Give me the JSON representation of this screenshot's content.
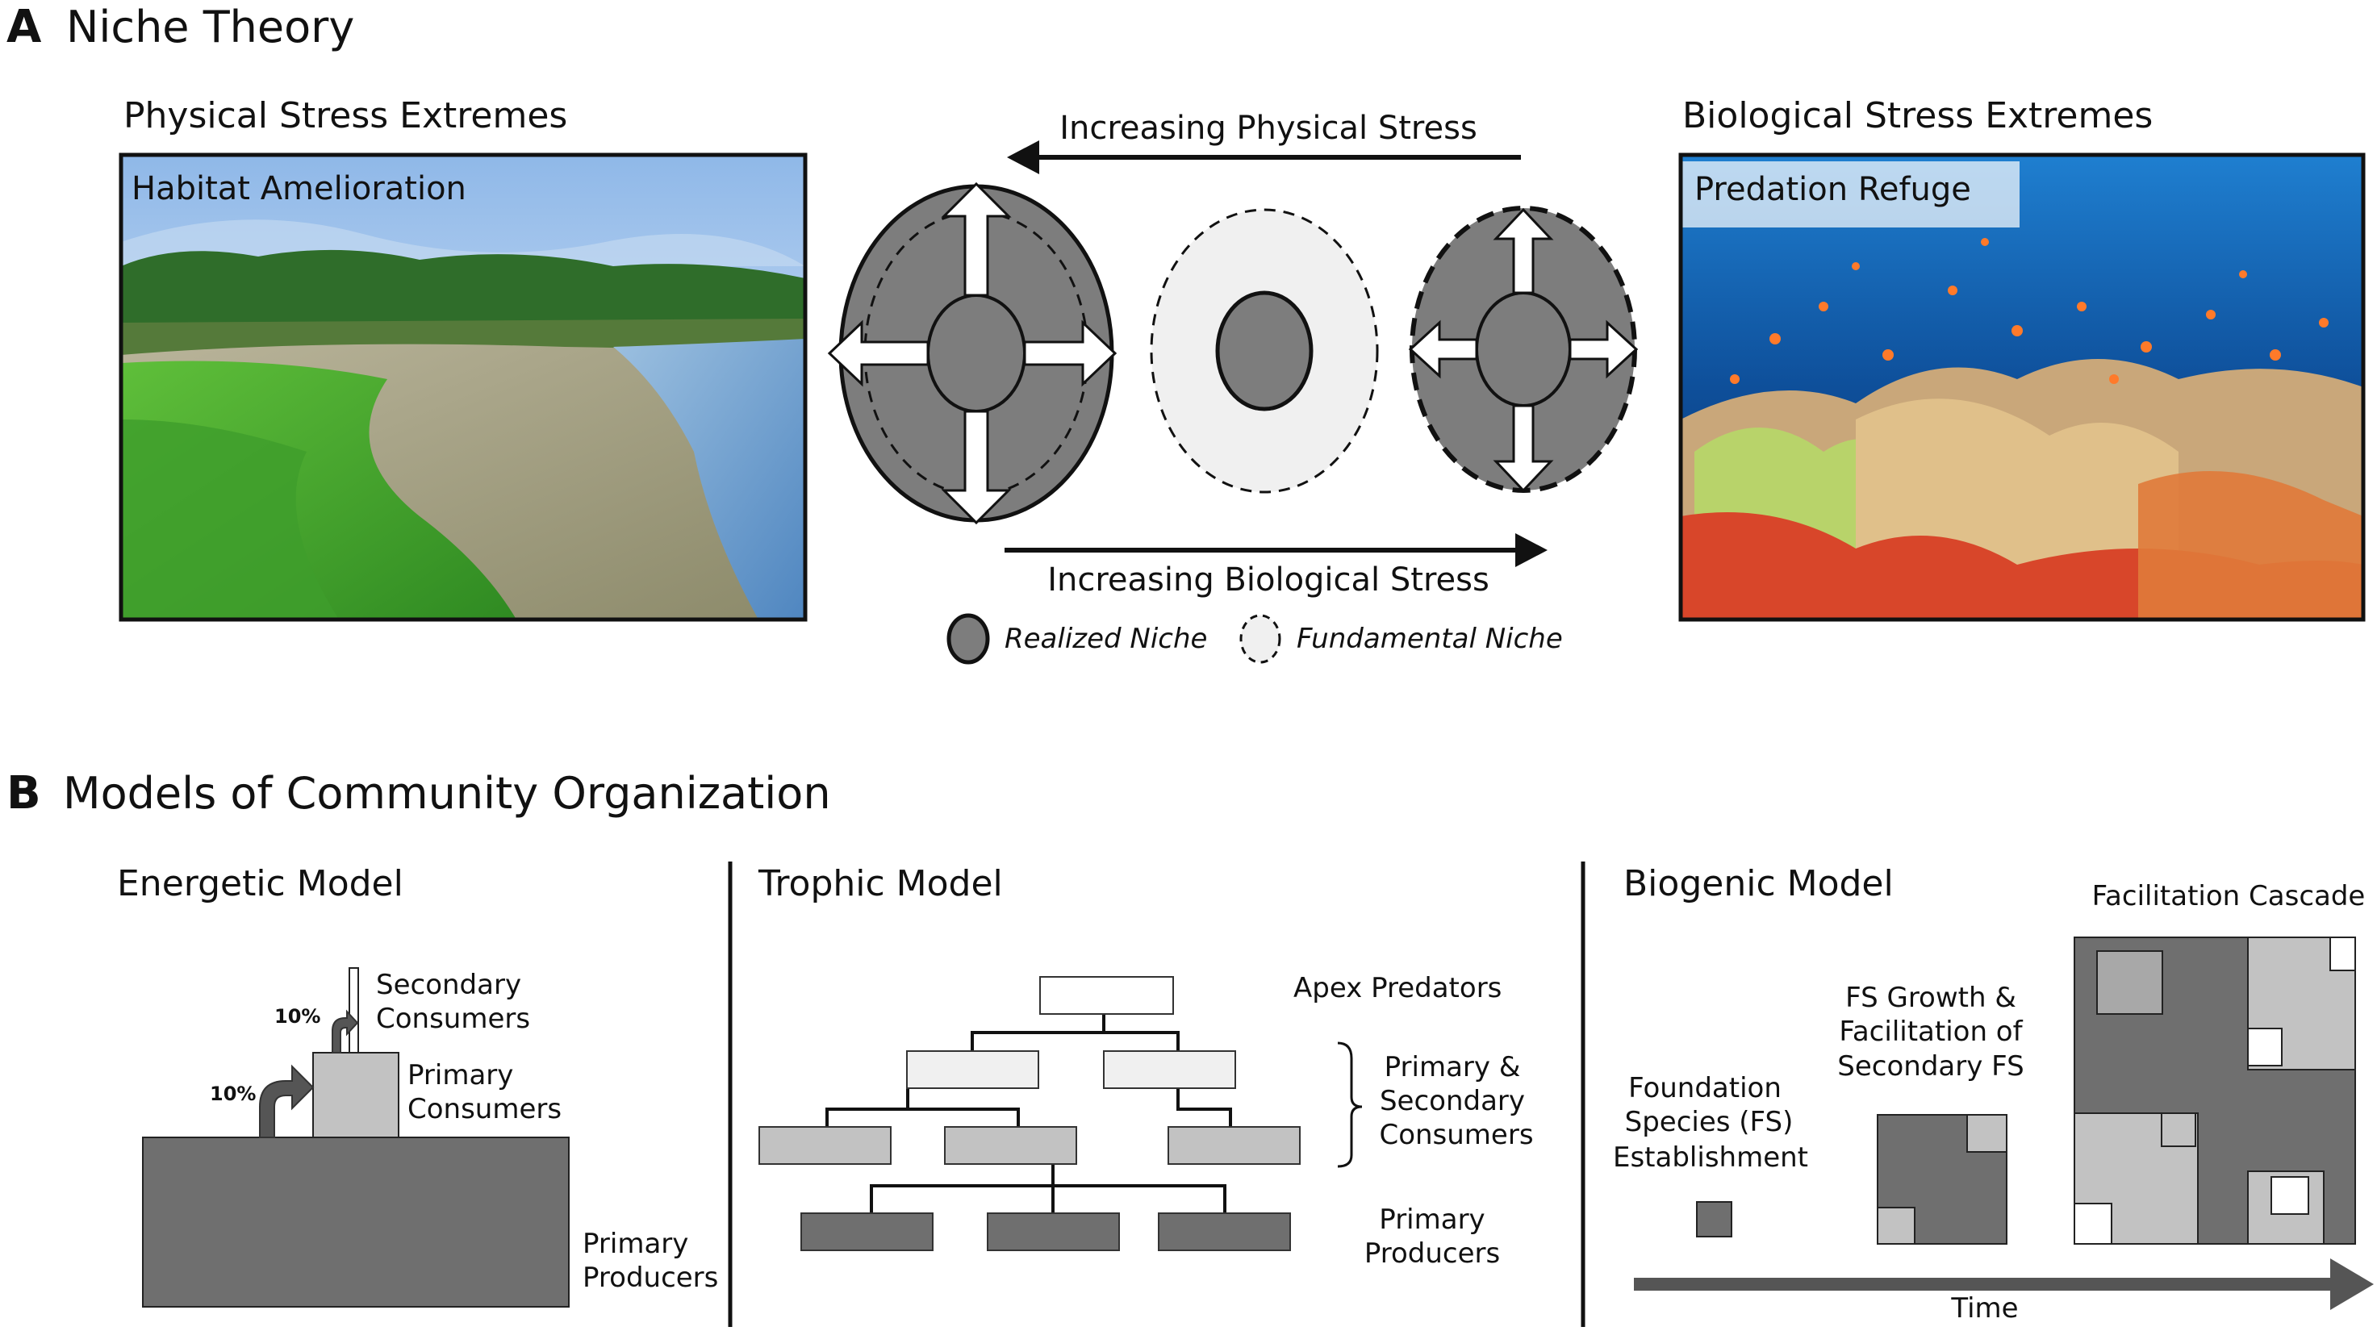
{
  "panel_a": {
    "letter": "A",
    "title": "Niche Theory",
    "left_heading": "Physical Stress Extremes",
    "left_photo_caption": "Habitat Amelioration",
    "right_heading": "Biological Stress Extremes",
    "right_photo_caption": "Predation Refuge",
    "top_arrow_label": "Increasing Physical Stress",
    "bottom_arrow_label": "Increasing Biological Stress",
    "legend_realized": "Realized Niche",
    "legend_fundamental": "Fundamental Niche"
  },
  "panel_b": {
    "letter": "B",
    "title": "Models of Community Organization",
    "energetic": {
      "title": "Energetic Model",
      "secondary_line1": "Secondary",
      "secondary_line2": "Consumers",
      "primary_line1": "Primary",
      "primary_line2": "Consumers",
      "producers_line1": "Primary",
      "producers_line2": "Producers",
      "pct_upper": "10%",
      "pct_lower": "10%"
    },
    "trophic": {
      "title": "Trophic Model",
      "apex": "Apex Predators",
      "consumers_line1": "Primary &",
      "consumers_line2": "Secondary",
      "consumers_line3": "Consumers",
      "producers_line1": "Primary",
      "producers_line2": "Producers"
    },
    "biogenic": {
      "title": "Biogenic Model",
      "cascade": "Facilitation Cascade",
      "growth_line1": "FS Growth &",
      "growth_line2": "Facilitation of",
      "growth_line3": "Secondary FS",
      "establish_line1": "Foundation",
      "establish_line2": "Species (FS)",
      "establish_line3": "Establishment",
      "time": "Time"
    }
  },
  "colors": {
    "dark_gray": "#6f6f6f",
    "mid_gray": "#808080",
    "light_gray": "#c2c2c2",
    "pale_gray": "#f0f0f0"
  }
}
